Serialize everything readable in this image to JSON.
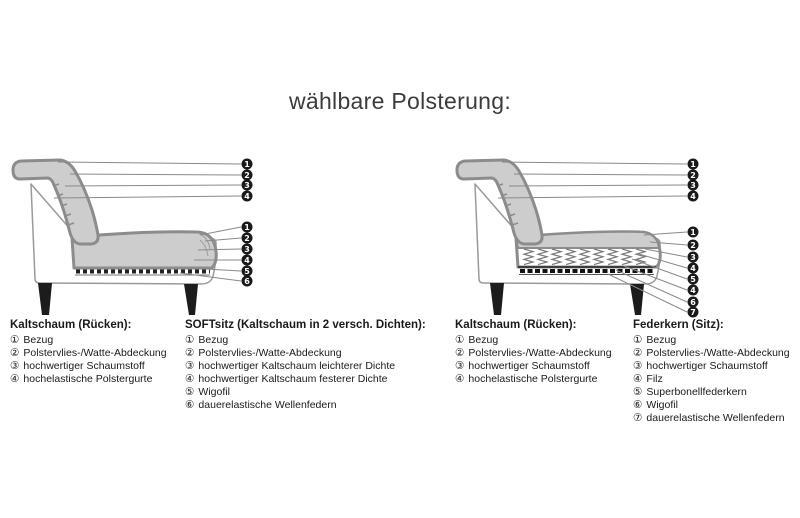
{
  "title": "wählbare Polsterung:",
  "colors": {
    "cushion_fill": "#cdcdcd",
    "cushion_outline": "#8c8c8c",
    "badge_fill": "#1a1a1a",
    "badge_text": "#ffffff",
    "leg_fill": "#1c1c1c",
    "text": "#1a1a1a",
    "background": "#ffffff"
  },
  "diagrams": {
    "left": {
      "back_callouts": [
        "1",
        "2",
        "3",
        "4"
      ],
      "seat_callouts": [
        "1",
        "2",
        "3",
        "4",
        "5",
        "6"
      ]
    },
    "right": {
      "back_callouts": [
        "1",
        "2",
        "3",
        "4"
      ],
      "seat_callouts": [
        "1",
        "2",
        "3",
        "4",
        "5",
        "4",
        "6",
        "7"
      ]
    }
  },
  "lists": [
    {
      "title": "Kaltschaum (Rücken):",
      "items": [
        {
          "num": "①",
          "text": "Bezug"
        },
        {
          "num": "②",
          "text": "Polstervlies-/Watte-Abdeckung"
        },
        {
          "num": "③",
          "text": "hochwertiger Schaumstoff"
        },
        {
          "num": "④",
          "text": "hochelastische Polstergurte"
        }
      ]
    },
    {
      "title": "SOFTsitz (Kaltschaum in 2 versch. Dichten):",
      "items": [
        {
          "num": "①",
          "text": "Bezug"
        },
        {
          "num": "②",
          "text": "Polstervlies-/Watte-Abdeckung"
        },
        {
          "num": "③",
          "text": "hochwertiger Kaltschaum leichterer Dichte"
        },
        {
          "num": "④",
          "text": "hochwertiger Kaltschaum festerer Dichte"
        },
        {
          "num": "⑤",
          "text": "Wigofil"
        },
        {
          "num": "⑥",
          "text": "dauerelastische Wellenfedern"
        }
      ]
    },
    {
      "title": "Kaltschaum (Rücken):",
      "items": [
        {
          "num": "①",
          "text": "Bezug"
        },
        {
          "num": "②",
          "text": "Polstervlies-/Watte-Abdeckung"
        },
        {
          "num": "③",
          "text": "hochwertiger Schaumstoff"
        },
        {
          "num": "④",
          "text": "hochelastische Polstergurte"
        }
      ]
    },
    {
      "title": "Federkern (Sitz):",
      "items": [
        {
          "num": "①",
          "text": "Bezug"
        },
        {
          "num": "②",
          "text": "Polstervlies-/Watte-Abdeckung"
        },
        {
          "num": "③",
          "text": "hochwertiger Schaumstoff"
        },
        {
          "num": "④",
          "text": "Filz"
        },
        {
          "num": "⑤",
          "text": "Superbonellfederkern"
        },
        {
          "num": "⑥",
          "text": "Wigofil"
        },
        {
          "num": "⑦",
          "text": "dauerelastische Wellenfedern"
        }
      ]
    }
  ]
}
